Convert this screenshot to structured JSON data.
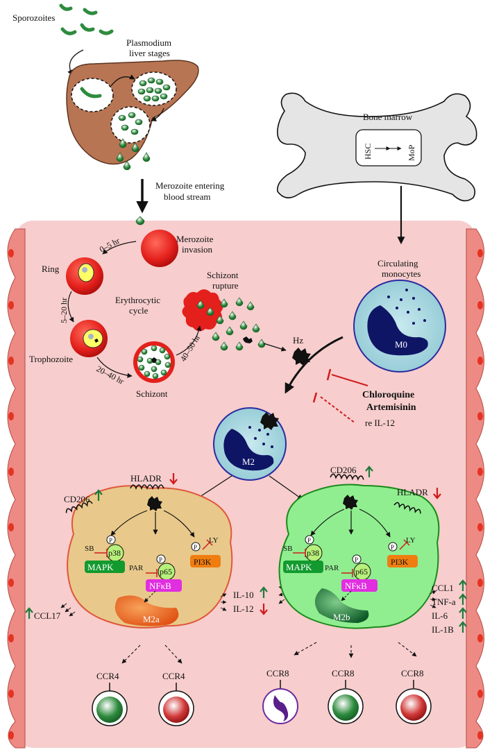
{
  "labels": {
    "sporozoites": "Sporozoites",
    "liver_stages_1": "Plasmodium",
    "liver_stages_2": "liver stages",
    "merozoite_enter_1": "Merozoite entering",
    "merozoite_enter_2": "blood stream",
    "bone_marrow": "Bone marrow",
    "hsc": "HSC",
    "mop": "MoP",
    "merozoite_invasion_1": "Merozoite",
    "merozoite_invasion_2": "invasion",
    "t_0_5": "0–5 hr",
    "ring": "Ring",
    "t_5_20": "5–20 hr",
    "erythrocytic_1": "Erythrocytic",
    "erythrocytic_2": "cycle",
    "trophozoite": "Trophozoite",
    "t_20_40": "20–40 hr",
    "schizont": "Schizont",
    "t_40_50": "40–50 hr",
    "schizont_rupture_1": "Schizont",
    "schizont_rupture_2": "rupture",
    "hz": "Hz",
    "circulating_1": "Circulating",
    "circulating_2": "monocytes",
    "m0": "M0",
    "chloroquine": "Chloroquine",
    "artemisinin": "Artemisinin",
    "re_il12": "re IL-12",
    "m2": "M2",
    "cd206": "CD206",
    "hladr": "HLADR",
    "sb": "SB",
    "p": "P",
    "p38": "p38",
    "mapk": "MAPK",
    "par": "PAR",
    "p65": "p65",
    "nfkb": "NFκB",
    "ly": "LY",
    "pi3k": "PI3K",
    "m2a": "M2a",
    "m2b": "M2b",
    "ccl17": "CCL17",
    "il10": "IL-10",
    "il12": "IL-12",
    "ccl1": "CCL1",
    "tnfa": "TNF-a",
    "il6": "IL-6",
    "il1b": "IL-1B",
    "ccr4": "CCR4",
    "ccr8": "CCR8"
  },
  "colors": {
    "vessel_fill": "#f7cdcd",
    "endothelial": "#ee8a84",
    "liver": "#b87553",
    "parasite": "#2e8b3e",
    "rbc": "#e4201c",
    "m2a_cell": "#e8c98b",
    "m2b_cell": "#90ee90",
    "up_arrow": "#1f7a3a",
    "down_arrow": "#d11a1a",
    "inhibit": "#d11a1a"
  }
}
